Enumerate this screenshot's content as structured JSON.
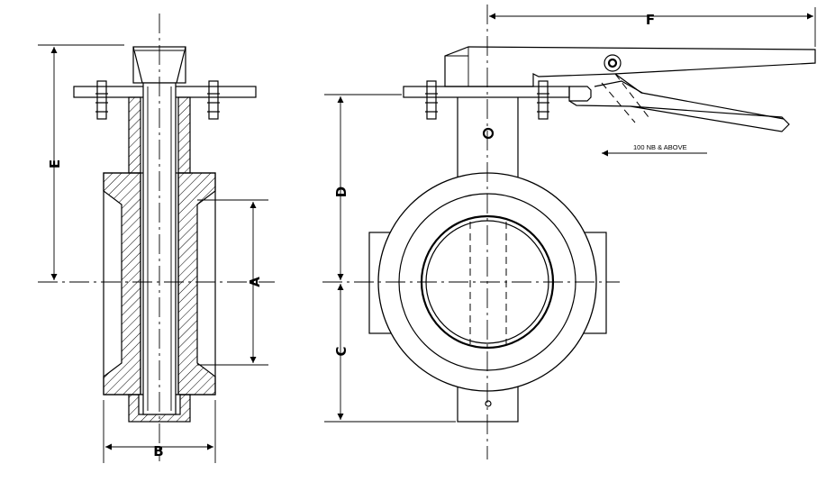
{
  "dimensions": {
    "a": "A",
    "b": "B",
    "c": "C",
    "d": "D",
    "e": "E",
    "f": "F"
  },
  "note": {
    "text": "100 NB & ABOVE"
  }
}
